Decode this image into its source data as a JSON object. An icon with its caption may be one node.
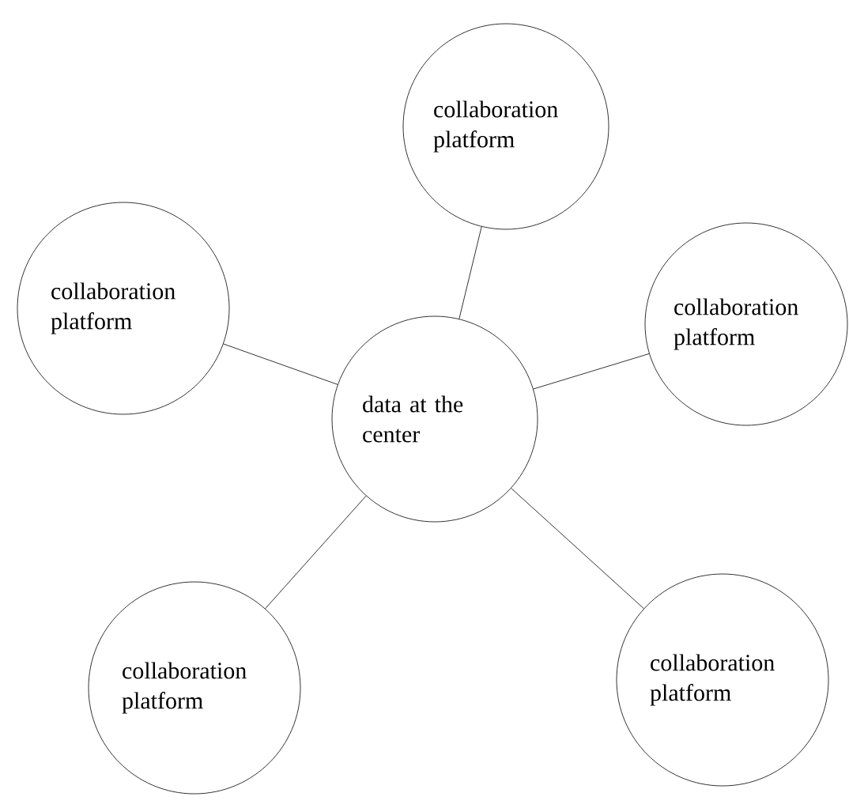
{
  "diagram": {
    "nodes": [
      {
        "text": [
          "collaboration platform"
        ]
      },
      {
        "text": [
          "collaboration platform"
        ]
      },
      {
        "text": [
          "data at the center"
        ]
      },
      {
        "text": [
          "collaboration platform"
        ]
      },
      {
        "text": [
          "collaboration platform"
        ]
      },
      {
        "text": [
          "collaboration platform"
        ]
      }
    ],
    "edges": [
      {
        "from": 2,
        "to": 0,
        "arrow": "none"
      },
      {
        "from": 2,
        "to": 1,
        "arrow": "none"
      },
      {
        "from": 2,
        "to": 3,
        "arrow": "none"
      },
      {
        "from": 2,
        "to": 4,
        "arrow": "none"
      },
      {
        "from": 2,
        "to": 5,
        "arrow": "none"
      }
    ]
  }
}
